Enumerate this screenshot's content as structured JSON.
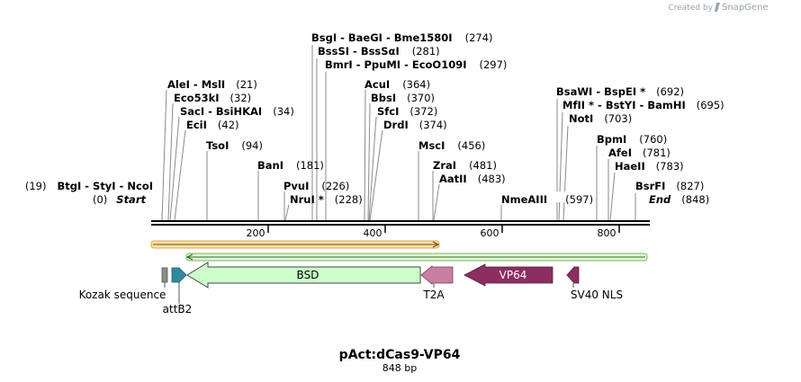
{
  "branding": {
    "created_by": "Created by",
    "app_name": "SnapGene"
  },
  "map": {
    "title": "pAct:dCas9-VP64",
    "length_label": "848 bp",
    "length_bp": 848,
    "ruler_ticks": [
      {
        "bp": 200,
        "label": "200"
      },
      {
        "bp": 400,
        "label": "400"
      },
      {
        "bp": 600,
        "label": "600"
      },
      {
        "bp": 800,
        "label": "800"
      }
    ],
    "rows": [
      {
        "names": [
          "BsgI",
          "BaeGI",
          "Bme1580I"
        ],
        "pos": "(274)",
        "bp": 274
      },
      {
        "names": [
          "BssSI",
          "BssSαI"
        ],
        "pos": "(281)",
        "bp": 281
      },
      {
        "names": [
          "BmrI",
          "PpuMI",
          "EcoO109I"
        ],
        "pos": "(297)",
        "bp": 297
      },
      {
        "names": [
          "AleI",
          "MslI"
        ],
        "pos": "(21)",
        "bp": 21
      },
      {
        "names": [
          "Eco53kI"
        ],
        "pos": "(32)",
        "bp": 32
      },
      {
        "names": [
          "SacI",
          "BsiHKAI"
        ],
        "pos": "(34)",
        "bp": 34
      },
      {
        "names": [
          "EciI"
        ],
        "pos": "(42)",
        "bp": 42
      },
      {
        "names": [
          "TsoI"
        ],
        "pos": "(94)",
        "bp": 94
      },
      {
        "names": [
          "BanI"
        ],
        "pos": "(181)",
        "bp": 181
      },
      {
        "names": [
          "PvuI"
        ],
        "pos": "(226)",
        "bp": 226
      },
      {
        "names": [
          "NruI *"
        ],
        "pos": "(228)",
        "bp": 228
      },
      {
        "names": [
          "AcuI"
        ],
        "pos": "(364)",
        "bp": 364
      },
      {
        "names": [
          "BbsI"
        ],
        "pos": "(370)",
        "bp": 370
      },
      {
        "names": [
          "SfcI"
        ],
        "pos": "(372)",
        "bp": 372
      },
      {
        "names": [
          "DrdI"
        ],
        "pos": "(374)",
        "bp": 374
      },
      {
        "names": [
          "MscI"
        ],
        "pos": "(456)",
        "bp": 456
      },
      {
        "names": [
          "ZraI"
        ],
        "pos": "(481)",
        "bp": 481
      },
      {
        "names": [
          "AatII"
        ],
        "pos": "(483)",
        "bp": 483
      },
      {
        "names": [
          "NmeAIII"
        ],
        "pos": "(597)",
        "bp": 597
      },
      {
        "names": [
          "BsaWI",
          "BspEI *"
        ],
        "pos": "(692)",
        "bp": 692
      },
      {
        "names": [
          "MfII *",
          "BstYI",
          "BamHI"
        ],
        "pos": "(695)",
        "bp": 695
      },
      {
        "names": [
          "NotI"
        ],
        "pos": "(703)",
        "bp": 703
      },
      {
        "names": [
          "BpmI"
        ],
        "pos": "(760)",
        "bp": 760
      },
      {
        "names": [
          "AfeI"
        ],
        "pos": "(781)",
        "bp": 781
      },
      {
        "names": [
          "HaeII"
        ],
        "pos": "(783)",
        "bp": 783
      },
      {
        "names": [
          "BsrFI"
        ],
        "pos": "(827)",
        "bp": 827
      },
      {
        "names": [
          "BtgI",
          "StyI",
          "NcoI"
        ],
        "pos": "(19)",
        "bp": 19
      }
    ],
    "start": {
      "label": "Start",
      "pos": "(0)"
    },
    "end": {
      "label": "End",
      "pos": "(848)"
    },
    "features": [
      {
        "name": "Kozak sequence",
        "color": "#8c8c8c"
      },
      {
        "name": "attB2",
        "color": "#2f8a9e"
      },
      {
        "name": "BSD",
        "color": "#ccffcc"
      },
      {
        "name": "T2A",
        "color": "#c97fa2"
      },
      {
        "name": "VP64",
        "color": "#8b2e60"
      },
      {
        "name": "SV40 NLS",
        "color": "#8b2e60"
      }
    ],
    "colors": {
      "orf_forward": "#e8a33a",
      "orf_reverse": "#6fbf55"
    }
  }
}
